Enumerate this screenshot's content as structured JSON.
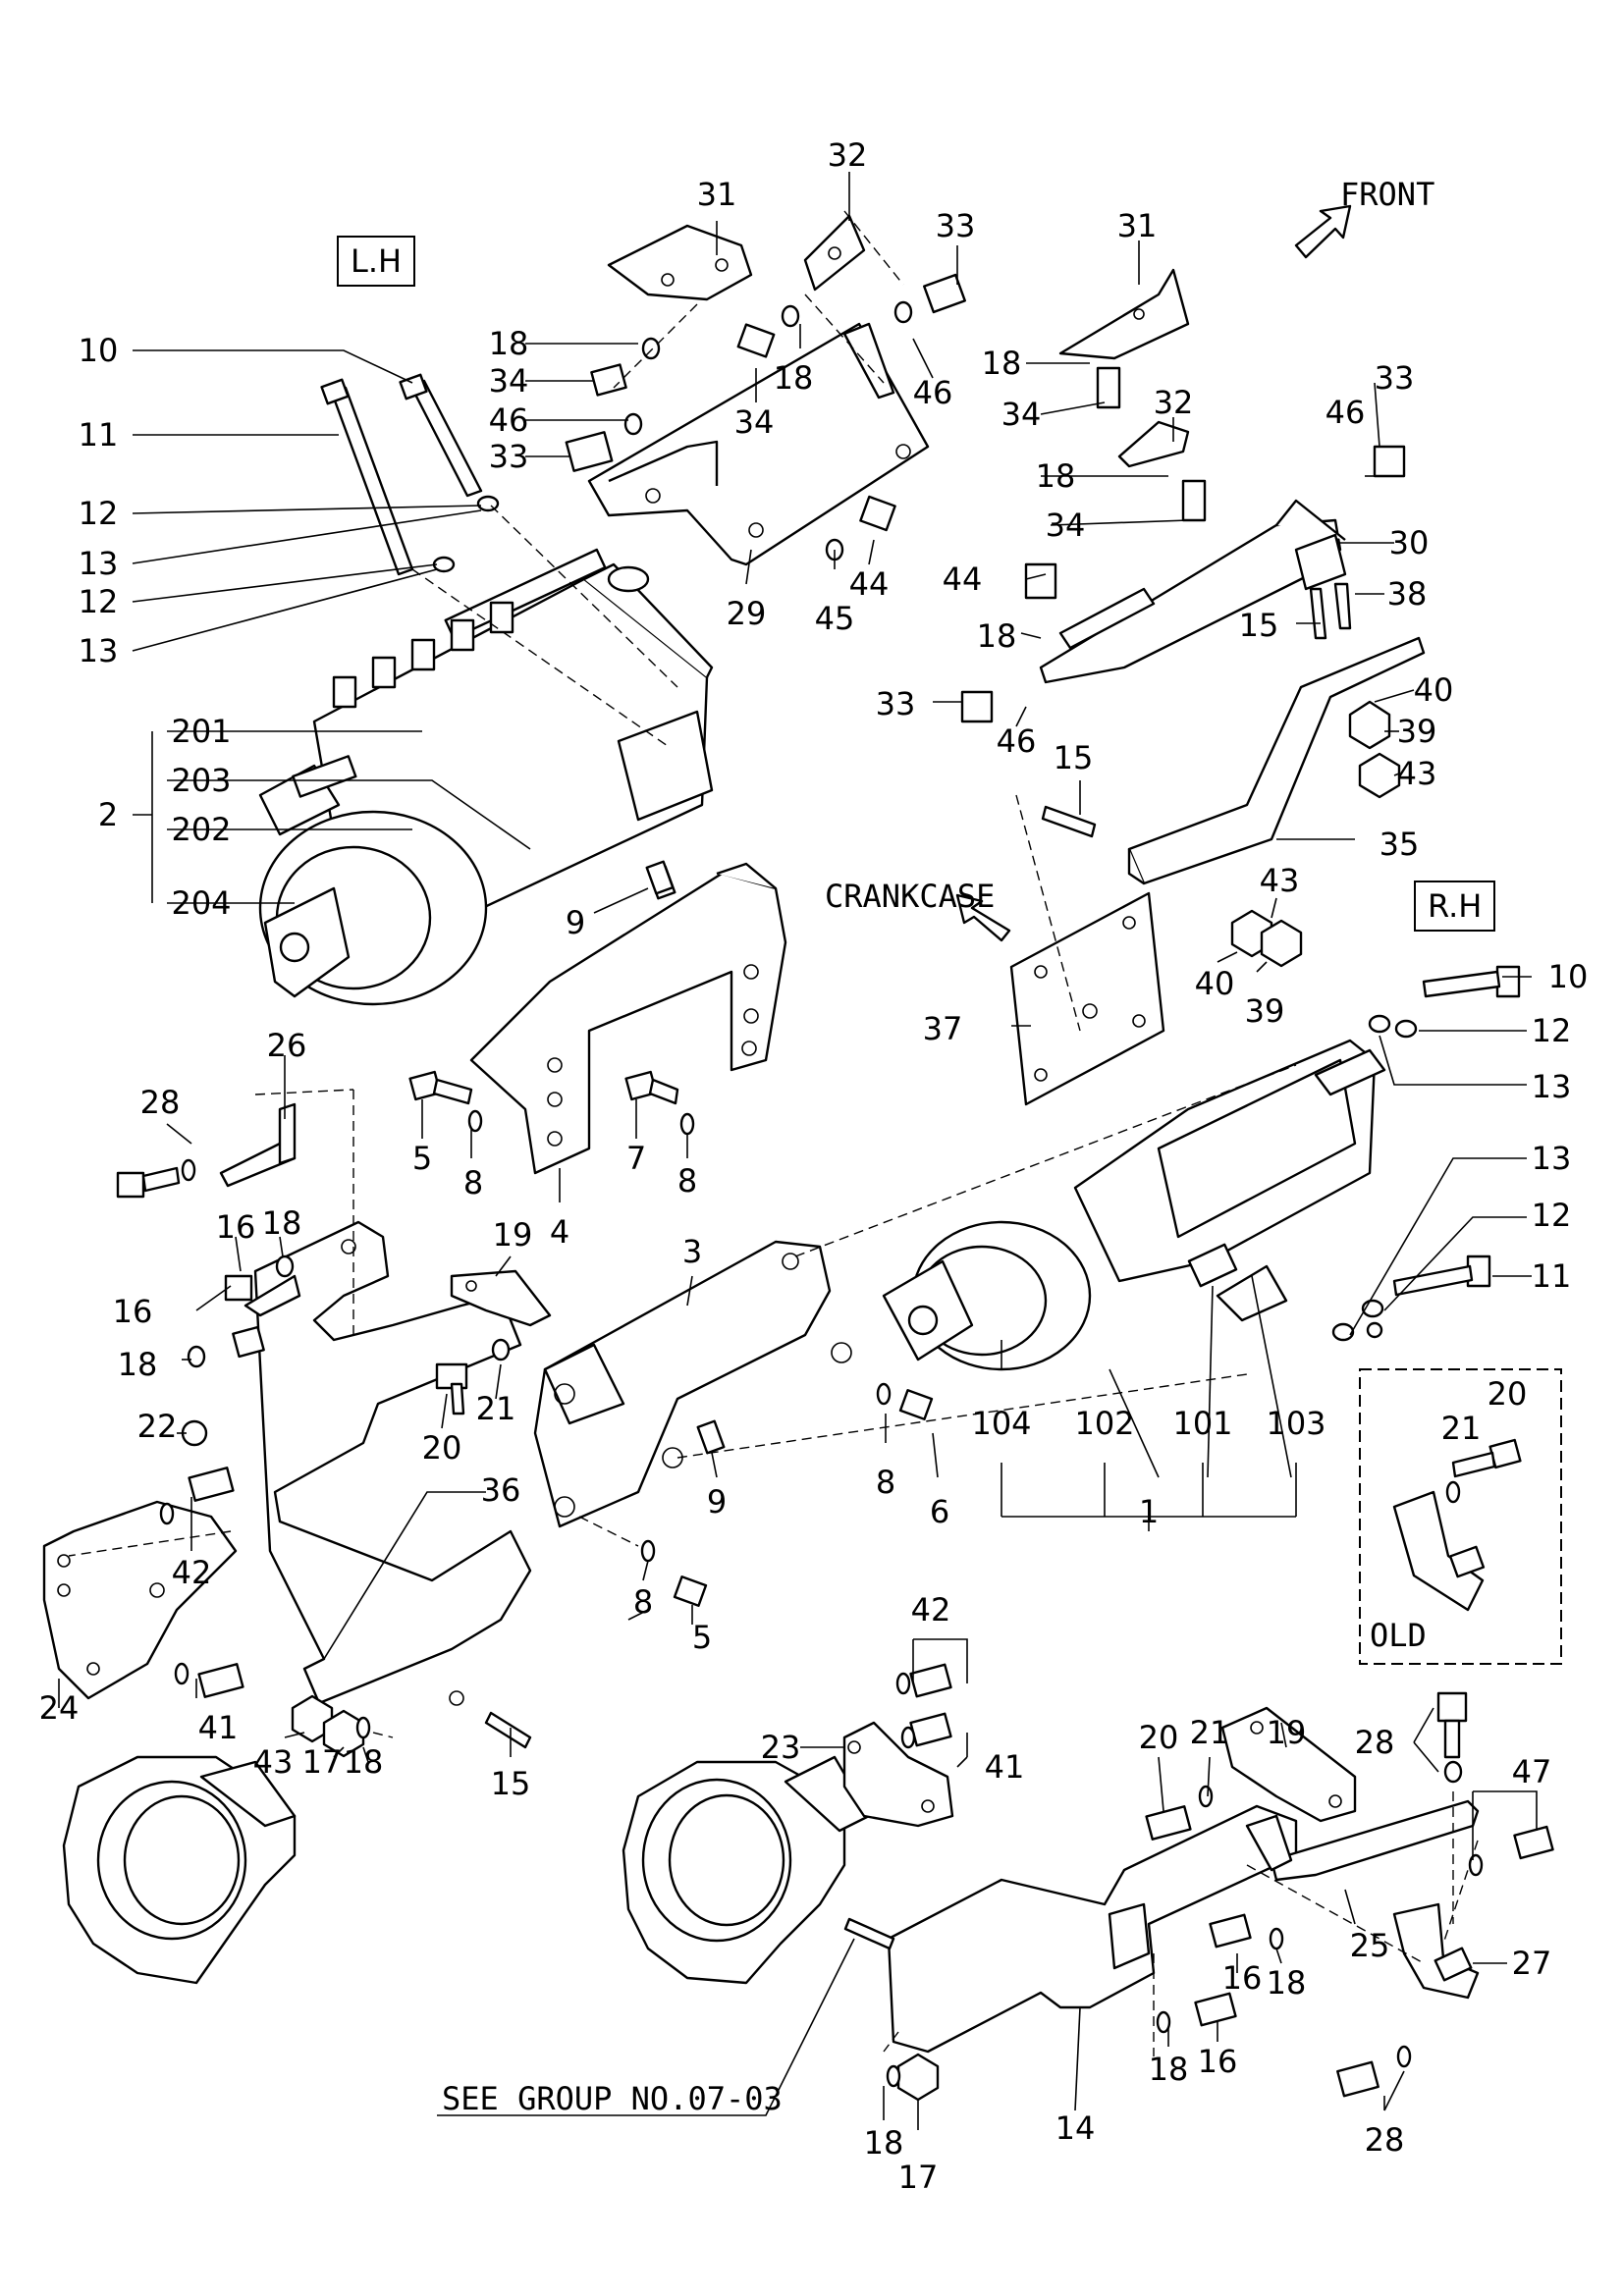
{
  "headings": {
    "lh": "L.H",
    "rh": "R.H",
    "front": "FRONT",
    "crankcase": "CRANKCASE",
    "old": "OLD",
    "see_group": "SEE GROUP NO.07-03"
  },
  "callouts": [
    "10",
    "11",
    "12",
    "13",
    "12",
    "13",
    "201",
    "203",
    "202",
    "204",
    "2",
    "18",
    "34",
    "46",
    "33",
    "31",
    "32",
    "33",
    "18",
    "34",
    "46",
    "29",
    "45",
    "44",
    "31",
    "18",
    "34",
    "32",
    "33",
    "46",
    "18",
    "34",
    "30",
    "44",
    "38",
    "18",
    "15",
    "33",
    "46",
    "40",
    "39",
    "43",
    "35",
    "15",
    "CRANKCASE",
    "43",
    "37",
    "40",
    "39",
    "R.H",
    "10",
    "12",
    "13",
    "9",
    "5",
    "8",
    "7",
    "8",
    "4",
    "26",
    "28",
    "16",
    "18",
    "16",
    "18",
    "19",
    "20",
    "21",
    "22",
    "3",
    "42",
    "24",
    "41",
    "43",
    "17",
    "18",
    "36",
    "15",
    "8",
    "9",
    "8",
    "6",
    "5",
    "104",
    "102",
    "101",
    "103",
    "1",
    "13",
    "12",
    "11",
    "20",
    "21",
    "42",
    "23",
    "41",
    "20",
    "21",
    "19",
    "28",
    "47",
    "25",
    "27",
    "16",
    "18",
    "16",
    "18",
    "14",
    "18",
    "17",
    "28"
  ]
}
